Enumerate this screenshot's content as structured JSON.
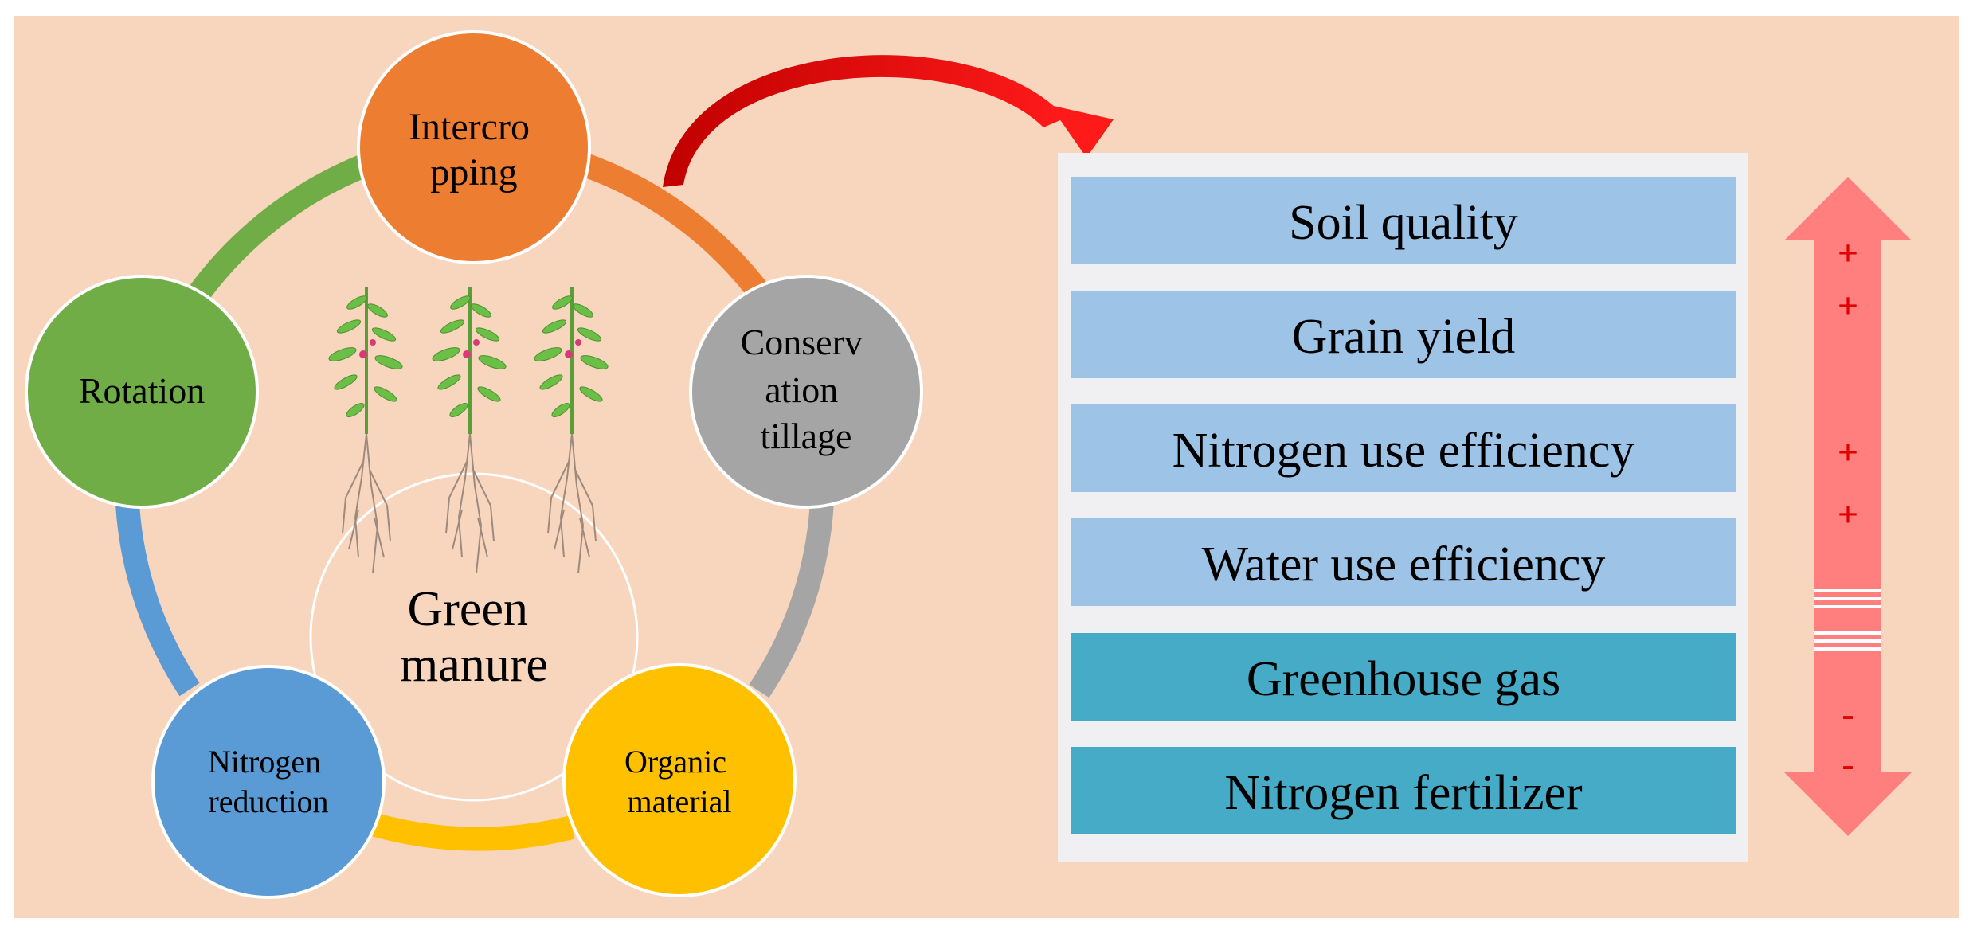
{
  "diagram": {
    "center_label_lines": [
      "Green",
      "manure"
    ],
    "nodes": [
      {
        "id": "intercropping",
        "lines": [
          "Intercro",
          "pping"
        ],
        "color": "#ED7D31"
      },
      {
        "id": "conservation-tillage",
        "lines": [
          "Conserv",
          "ation",
          "tillage"
        ],
        "color": "#A5A5A5"
      },
      {
        "id": "organic-material",
        "lines": [
          "Organic",
          "material"
        ],
        "color": "#FFC000"
      },
      {
        "id": "nitrogen-reduction",
        "lines": [
          "Nitrogen",
          "reduction"
        ],
        "color": "#5B9BD5"
      },
      {
        "id": "rotation",
        "lines": [
          "Rotation"
        ],
        "color": "#70AD47"
      }
    ],
    "effects": [
      {
        "label": "Soil quality",
        "kind": "positive"
      },
      {
        "label": "Grain yield",
        "kind": "positive"
      },
      {
        "label": "Nitrogen use efficiency",
        "kind": "positive"
      },
      {
        "label": "Water use efficiency",
        "kind": "positive"
      },
      {
        "label": "Greenhouse gas",
        "kind": "negative"
      },
      {
        "label": "Nitrogen fertilizer",
        "kind": "negative"
      }
    ],
    "signs": [
      "+",
      "+",
      "+",
      "+",
      "-",
      "-"
    ],
    "colors": {
      "background": "#F8D6BE",
      "panel": "#F0F0F3",
      "positive_box": "#9DC3E6",
      "negative_box": "#45ABC6",
      "arrow": "#FF7F7F",
      "curved_arrow": "#E00000",
      "sign": "#E00000"
    }
  }
}
